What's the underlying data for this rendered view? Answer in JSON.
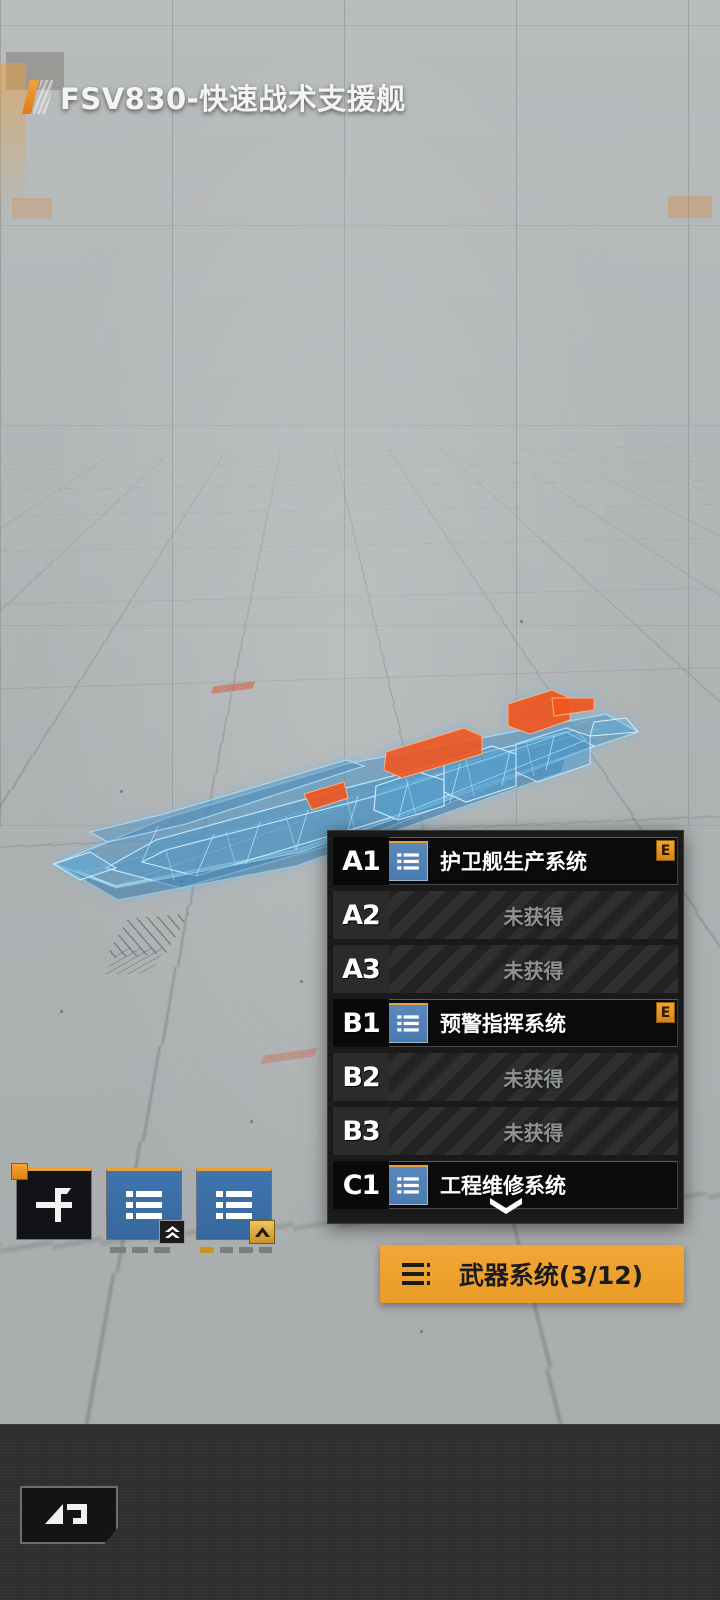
{
  "header": {
    "title": "FSV830-快速战术支援舰",
    "accent_color": "#e8a23c"
  },
  "scene": {
    "hologram_color": "#5aafE6",
    "highlight_color": "#f2541c",
    "ship_name": "FSV830"
  },
  "module_panel": {
    "rows": [
      {
        "code": "A1",
        "label": "护卫舰生产系统",
        "state": "acquired",
        "icon": "list-icon",
        "rank": "E"
      },
      {
        "code": "A2",
        "label": "未获得",
        "state": "locked"
      },
      {
        "code": "A3",
        "label": "未获得",
        "state": "locked"
      },
      {
        "code": "B1",
        "label": "预警指挥系统",
        "state": "acquired",
        "icon": "list-icon",
        "rank": "E"
      },
      {
        "code": "B2",
        "label": "未获得",
        "state": "locked"
      },
      {
        "code": "B3",
        "label": "未获得",
        "state": "locked"
      },
      {
        "code": "C1",
        "label": "工程维修系统",
        "state": "acquired",
        "icon": "list-icon",
        "rank": ""
      }
    ],
    "scroll_hint_icon": "chevron-down-icon"
  },
  "weapon_button": {
    "label": "武器系统(3/12)",
    "icon": "list-lines-icon",
    "color": "#f0a635"
  },
  "tiles": [
    {
      "icon": "ship-blueprint-icon",
      "style": "dark",
      "corner_badge": true,
      "upgrade_badge": "",
      "slots": []
    },
    {
      "icon": "list-icon",
      "style": "blue",
      "corner_badge": false,
      "upgrade_badge": "double-chevron-up-icon",
      "slots": [
        "empty",
        "empty",
        "empty"
      ]
    },
    {
      "icon": "list-icon",
      "style": "blue",
      "corner_badge": false,
      "upgrade_badge": "chevron-up-gold-icon",
      "slots": [
        "filled",
        "empty",
        "empty",
        "empty"
      ]
    }
  ],
  "bottom_bar": {
    "back_button_icon": "back-arrow-icon"
  }
}
